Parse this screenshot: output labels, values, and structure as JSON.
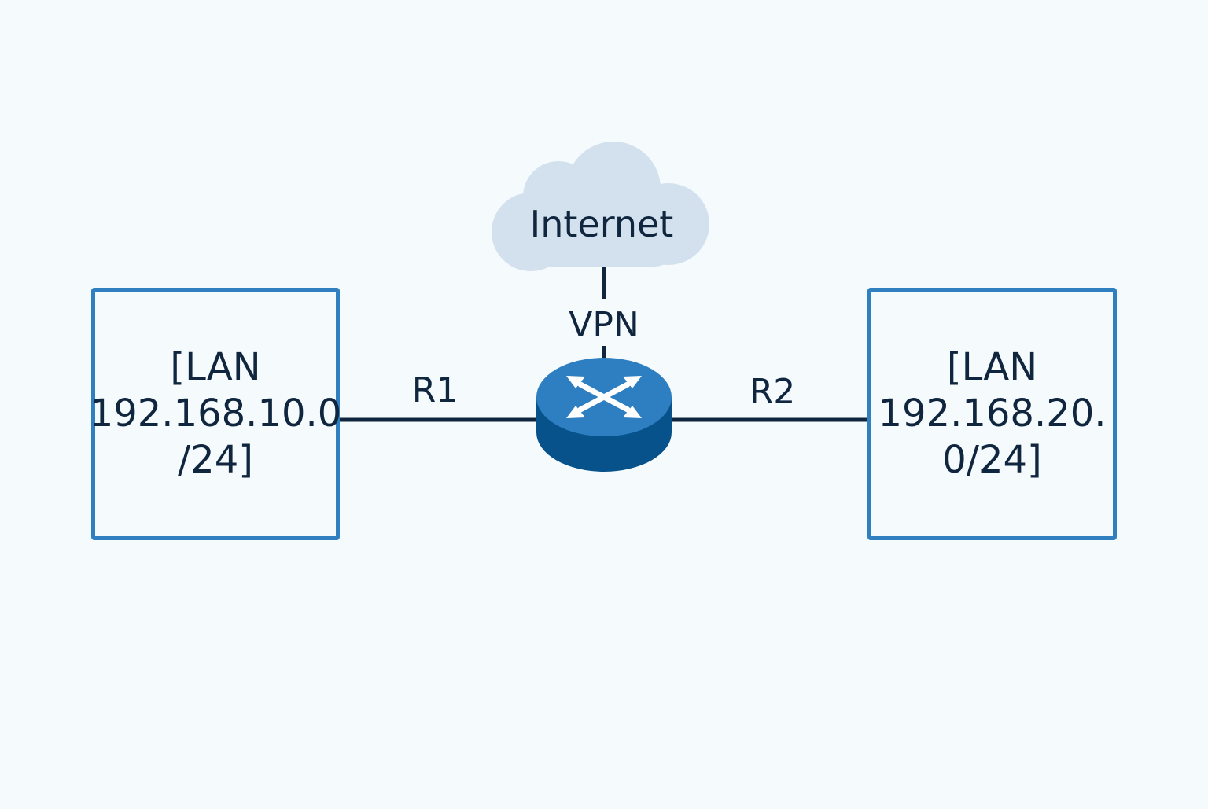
{
  "diagram": {
    "cloud": {
      "label": "Internet"
    },
    "vpn_label": "VPN",
    "router": {
      "icon": "router-crossed-arrows-icon"
    },
    "links": [
      {
        "label": "R1",
        "from": "lan_left",
        "to": "router"
      },
      {
        "label": "R2",
        "from": "router",
        "to": "lan_right"
      }
    ],
    "lan_left": {
      "lines": [
        "[LAN",
        "192.168.10.0",
        "/24]"
      ]
    },
    "lan_right": {
      "lines": [
        "[LAN",
        "192.168.20.",
        "0/24]"
      ]
    },
    "colors": {
      "background": "#f5fafd",
      "box_border": "#2f7fc1",
      "line": "#10263f",
      "cloud": "#d3e1ee",
      "router_top": "#2e7fc2",
      "router_side": "#07528a",
      "text": "#10263f"
    }
  }
}
